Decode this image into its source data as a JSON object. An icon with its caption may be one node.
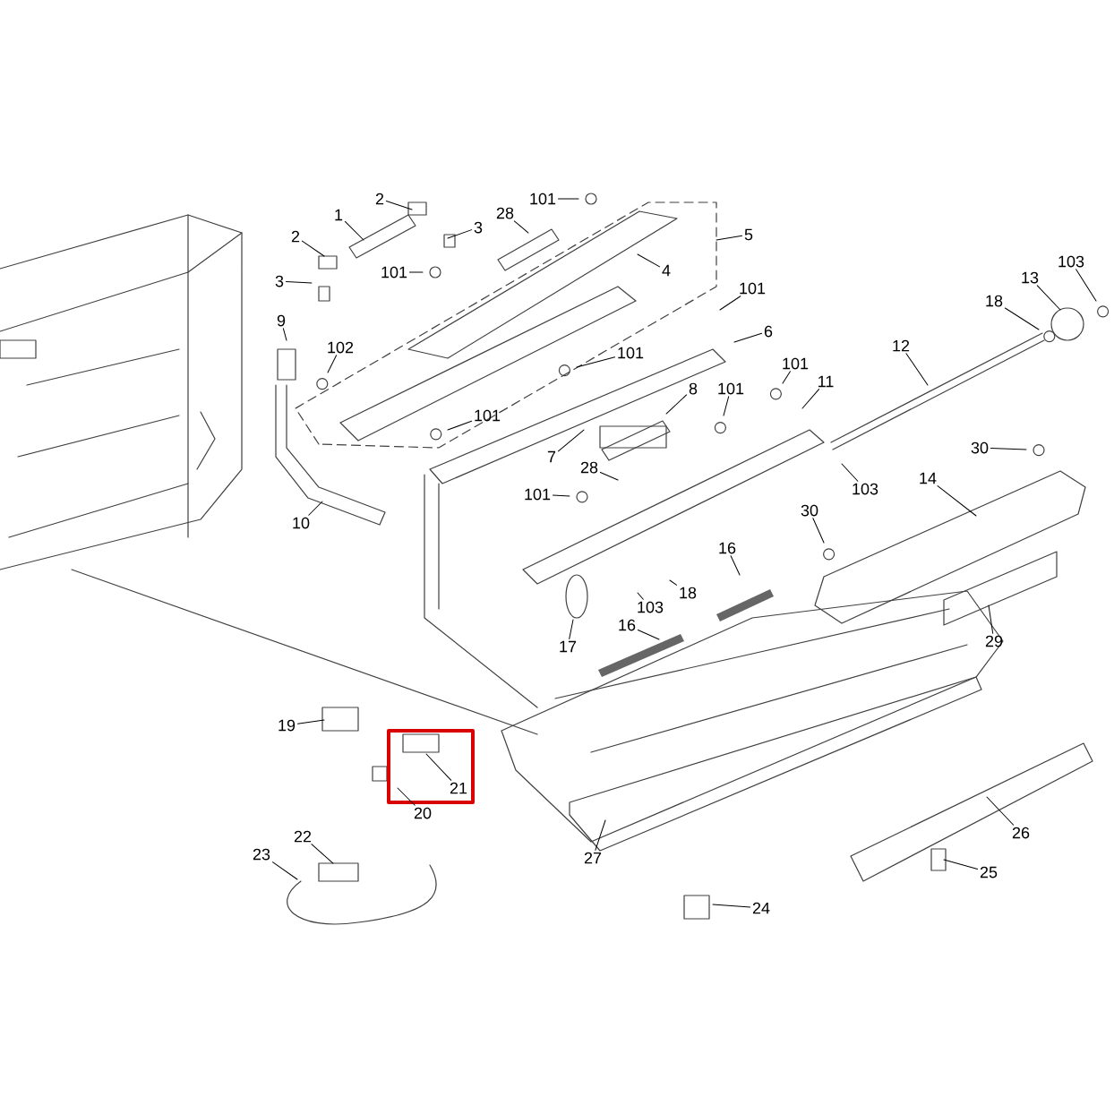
{
  "diagram": {
    "nodes": [
      {
        "text": [
          "1"
        ]
      },
      {
        "text": [
          "2"
        ]
      },
      {
        "text": [
          "2"
        ]
      },
      {
        "text": [
          "3"
        ]
      },
      {
        "text": [
          "3"
        ]
      },
      {
        "text": [
          "28"
        ]
      },
      {
        "text": [
          "101"
        ]
      },
      {
        "text": [
          "5"
        ]
      },
      {
        "text": [
          "4"
        ]
      },
      {
        "text": [
          "101"
        ]
      },
      {
        "text": [
          "9"
        ]
      },
      {
        "text": [
          "102"
        ]
      },
      {
        "text": [
          "101"
        ]
      },
      {
        "text": [
          "6"
        ]
      },
      {
        "text": [
          "101"
        ]
      },
      {
        "text": [
          "8"
        ]
      },
      {
        "text": [
          "101"
        ]
      },
      {
        "text": [
          "101"
        ]
      },
      {
        "text": [
          "11"
        ]
      },
      {
        "text": [
          "7"
        ]
      },
      {
        "text": [
          "28"
        ]
      },
      {
        "text": [
          "101"
        ]
      },
      {
        "text": [
          "101"
        ]
      },
      {
        "text": [
          "12"
        ]
      },
      {
        "text": [
          "18"
        ]
      },
      {
        "text": [
          "13"
        ]
      },
      {
        "text": [
          "103"
        ]
      },
      {
        "text": [
          "103"
        ]
      },
      {
        "text": [
          "30"
        ]
      },
      {
        "text": [
          "14"
        ]
      },
      {
        "text": [
          "30"
        ]
      },
      {
        "text": [
          "29"
        ]
      },
      {
        "text": [
          "16"
        ]
      },
      {
        "text": [
          "18"
        ]
      },
      {
        "text": [
          "103"
        ]
      },
      {
        "text": [
          "17"
        ]
      },
      {
        "text": [
          "16"
        ]
      },
      {
        "text": [
          "10"
        ]
      },
      {
        "text": [
          "19"
        ]
      },
      {
        "text": [
          "21"
        ]
      },
      {
        "text": [
          "20"
        ]
      },
      {
        "text": [
          "23"
        ]
      },
      {
        "text": [
          "22"
        ]
      },
      {
        "text": [
          "27"
        ]
      },
      {
        "text": [
          "24"
        ]
      },
      {
        "text": [
          "25"
        ]
      },
      {
        "text": [
          "26"
        ]
      }
    ],
    "edges": [
      {
        "from": 0,
        "to": null,
        "arrow": "none"
      },
      {
        "from": 1,
        "to": null,
        "arrow": "none"
      },
      {
        "from": 2,
        "to": null,
        "arrow": "none"
      },
      {
        "from": 3,
        "to": null,
        "arrow": "none"
      },
      {
        "from": 4,
        "to": null,
        "arrow": "none"
      },
      {
        "from": 5,
        "to": null,
        "arrow": "none"
      },
      {
        "from": 6,
        "to": null,
        "arrow": "none"
      },
      {
        "from": 7,
        "to": null,
        "arrow": "none"
      },
      {
        "from": 8,
        "to": null,
        "arrow": "none"
      },
      {
        "from": 9,
        "to": null,
        "arrow": "none"
      },
      {
        "from": 10,
        "to": null,
        "arrow": "none"
      },
      {
        "from": 11,
        "to": null,
        "arrow": "none"
      },
      {
        "from": 12,
        "to": null,
        "arrow": "none"
      },
      {
        "from": 13,
        "to": null,
        "arrow": "none"
      },
      {
        "from": 14,
        "to": null,
        "arrow": "none"
      },
      {
        "from": 15,
        "to": null,
        "arrow": "none"
      },
      {
        "from": 16,
        "to": null,
        "arrow": "none"
      },
      {
        "from": 17,
        "to": null,
        "arrow": "none"
      },
      {
        "from": 18,
        "to": null,
        "arrow": "none"
      },
      {
        "from": 19,
        "to": null,
        "arrow": "none"
      },
      {
        "from": 20,
        "to": null,
        "arrow": "none"
      },
      {
        "from": 21,
        "to": null,
        "arrow": "none"
      },
      {
        "from": 22,
        "to": null,
        "arrow": "none"
      },
      {
        "from": 23,
        "to": null,
        "arrow": "none"
      },
      {
        "from": 24,
        "to": null,
        "arrow": "none"
      },
      {
        "from": 25,
        "to": null,
        "arrow": "none"
      },
      {
        "from": 26,
        "to": null,
        "arrow": "none"
      },
      {
        "from": 27,
        "to": null,
        "arrow": "none"
      },
      {
        "from": 28,
        "to": null,
        "arrow": "none"
      },
      {
        "from": 29,
        "to": null,
        "arrow": "none"
      },
      {
        "from": 30,
        "to": null,
        "arrow": "none"
      },
      {
        "from": 31,
        "to": null,
        "arrow": "none"
      },
      {
        "from": 32,
        "to": null,
        "arrow": "none"
      },
      {
        "from": 33,
        "to": null,
        "arrow": "none"
      },
      {
        "from": 34,
        "to": null,
        "arrow": "none"
      },
      {
        "from": 35,
        "to": null,
        "arrow": "none"
      },
      {
        "from": 36,
        "to": null,
        "arrow": "none"
      },
      {
        "from": 37,
        "to": null,
        "arrow": "none"
      },
      {
        "from": 38,
        "to": null,
        "arrow": "none"
      },
      {
        "from": 39,
        "to": null,
        "arrow": "none"
      },
      {
        "from": 40,
        "to": null,
        "arrow": "none"
      },
      {
        "from": 41,
        "to": null,
        "arrow": "none"
      },
      {
        "from": 42,
        "to": null,
        "arrow": "none"
      },
      {
        "from": 43,
        "to": null,
        "arrow": "none"
      },
      {
        "from": 44,
        "to": null,
        "arrow": "none"
      },
      {
        "from": 45,
        "to": null,
        "arrow": "none"
      },
      {
        "from": 46,
        "to": null,
        "arrow": "none"
      }
    ]
  }
}
